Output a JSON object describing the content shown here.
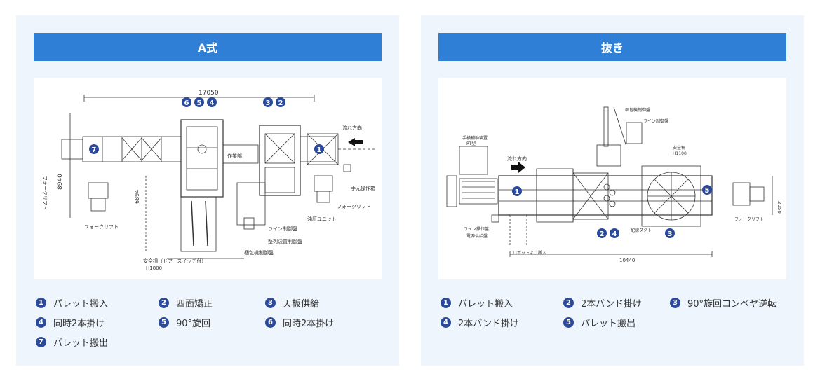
{
  "panels": [
    {
      "title": "A式",
      "drawing": {
        "dimension_top": "17050",
        "dimension_left": "8940",
        "dimension_mid": "6894",
        "labels": {
          "flow": "流れ方向",
          "forklift_left": "フォークリフト",
          "forklift_bottom": "フォークリフト",
          "forklift_right": "フォークリフト",
          "work_area": "作業部",
          "hand_panel": "手元操作箱",
          "hydraulic": "油圧ユニット",
          "line_panel": "ライン制御盤",
          "bag_panel": "整列袋置制御盤",
          "pack_panel": "梱包機制御盤",
          "safety_fence": "安全柵（ドアースイッチ付）",
          "fence_height": "H1800"
        },
        "markers": [
          "1",
          "2",
          "3",
          "4",
          "5",
          "6",
          "7"
        ]
      },
      "legend": [
        {
          "num": "1",
          "text": "パレット搬入"
        },
        {
          "num": "2",
          "text": "四面矯正"
        },
        {
          "num": "3",
          "text": "天板供給"
        },
        {
          "num": "4",
          "text": "同時2本掛け"
        },
        {
          "num": "5",
          "text": "90°旋回"
        },
        {
          "num": "6",
          "text": "同時2本掛け"
        },
        {
          "num": "7",
          "text": "パレット搬出"
        }
      ]
    },
    {
      "title": "抜き",
      "drawing": {
        "dimension_bottom": "10440",
        "dimension_right": "2050",
        "labels": {
          "flow": "流れ方向",
          "pt_device": "手横補助装置",
          "pt_type": "PT型",
          "pack_panel": "梱包機制御盤",
          "line_panel": "ライン制御盤",
          "safety_fence": "安全柵",
          "fence_height": "H1100",
          "forklift": "フォークリフト",
          "line_op": "ライン操作盤",
          "power_panel": "電源供給盤",
          "duct": "配線ダクト",
          "robot": "ロボットより搬入"
        },
        "markers": [
          "1",
          "2",
          "3",
          "4",
          "5"
        ]
      },
      "legend": [
        {
          "num": "1",
          "text": "パレット搬入"
        },
        {
          "num": "2",
          "text": "2本バンド掛け"
        },
        {
          "num": "3",
          "text": "90°旋回コンベヤ逆転"
        },
        {
          "num": "4",
          "text": "2本バンド掛け"
        },
        {
          "num": "5",
          "text": "パレット搬出"
        }
      ]
    }
  ],
  "colors": {
    "header": "#2f7fd6",
    "panel_bg": "#eef5fc",
    "marker": "#2b4a9b"
  }
}
